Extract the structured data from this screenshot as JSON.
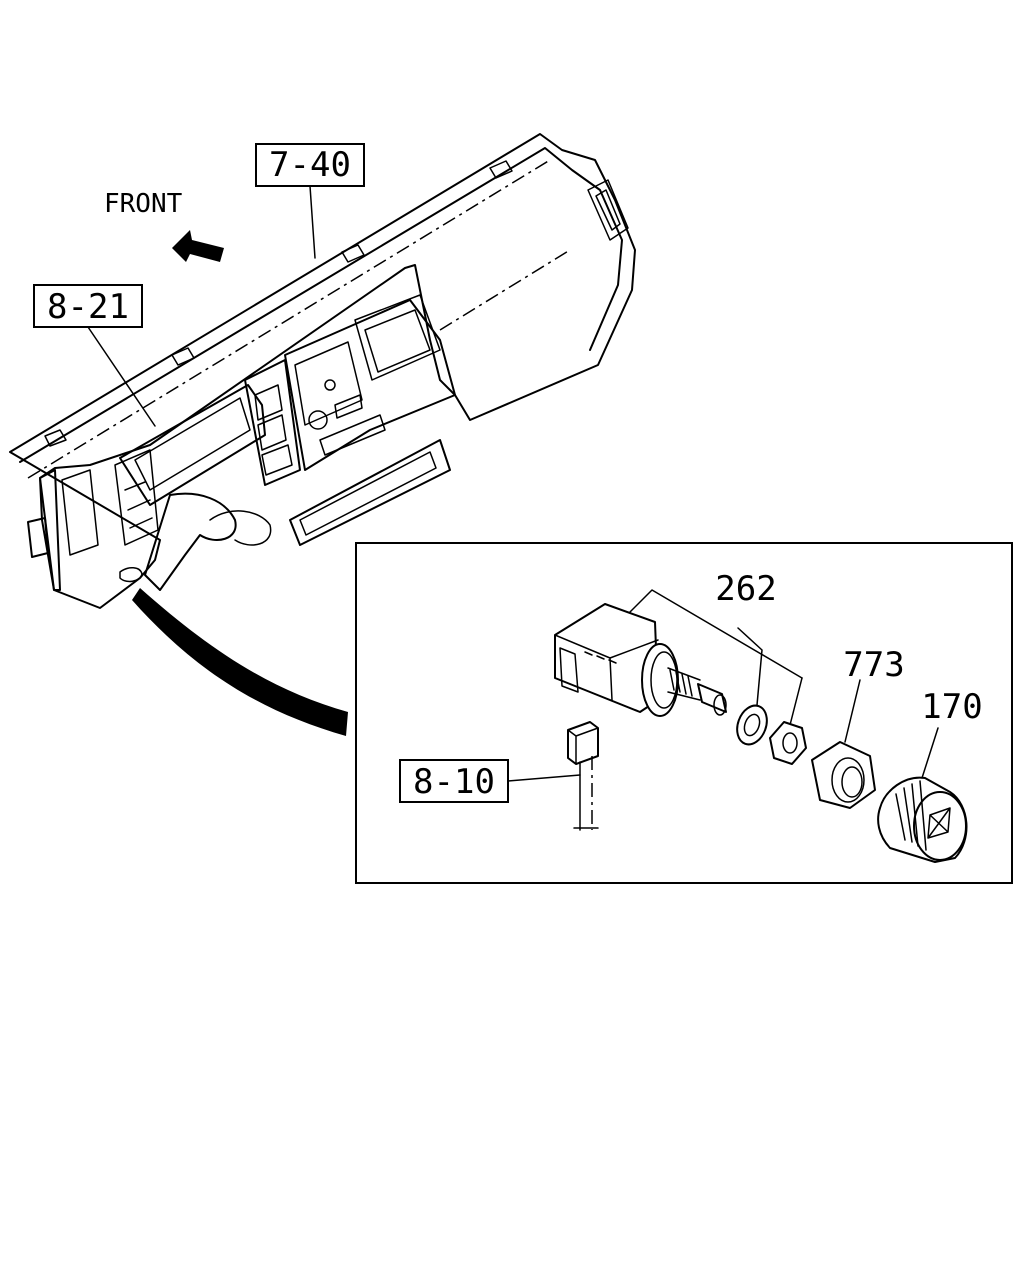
{
  "direction_label": "FRONT",
  "callouts": {
    "dashboard": "7-40",
    "cluster": "8-21",
    "harness": "8-10",
    "switch": "262",
    "bezel": "773",
    "knob": "170"
  },
  "colors": {
    "line": "#000000",
    "background": "#ffffff"
  }
}
